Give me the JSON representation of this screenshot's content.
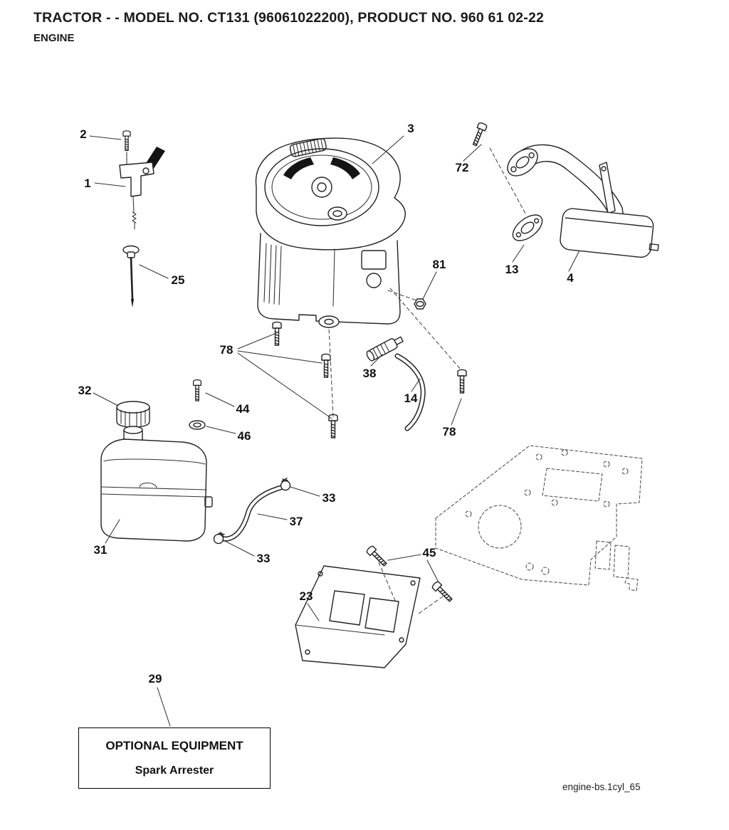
{
  "header": {
    "title": "TRACTOR - - MODEL NO. CT131 (96061022200), PRODUCT NO. 960 61 02-22",
    "subtitle": "ENGINE"
  },
  "callouts": [
    {
      "label": "2"
    },
    {
      "label": "1"
    },
    {
      "label": "25"
    },
    {
      "label": "3"
    },
    {
      "label": "72"
    },
    {
      "label": "13"
    },
    {
      "label": "4"
    },
    {
      "label": "81"
    },
    {
      "label": "78"
    },
    {
      "label": "38"
    },
    {
      "label": "14"
    },
    {
      "label": "78"
    },
    {
      "label": "32"
    },
    {
      "label": "44"
    },
    {
      "label": "46"
    },
    {
      "label": "33"
    },
    {
      "label": "37"
    },
    {
      "label": "33"
    },
    {
      "label": "31"
    },
    {
      "label": "23"
    },
    {
      "label": "45"
    },
    {
      "label": "29"
    }
  ],
  "optional_box": {
    "line1": "OPTIONAL EQUIPMENT",
    "line2": "Spark Arrester"
  },
  "footer": {
    "code": "engine-bs.1cyl_65"
  }
}
